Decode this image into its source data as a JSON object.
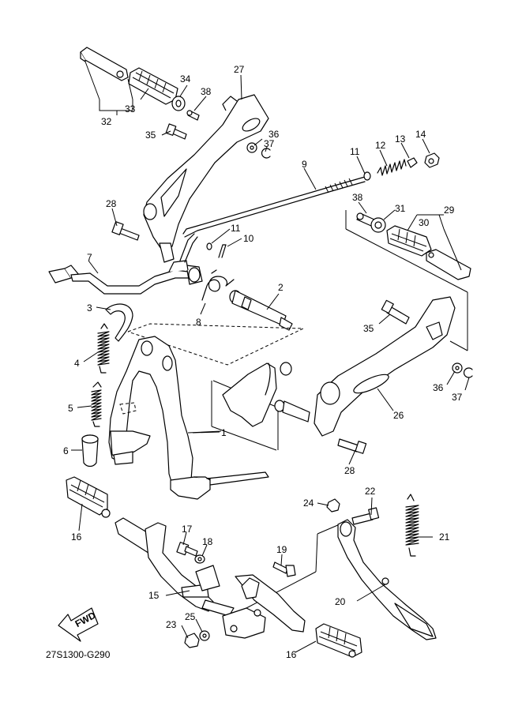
{
  "drawing_code": "27S1300-G290",
  "fwd_label": "FWD",
  "callouts": [
    "1",
    "2",
    "3",
    "4",
    "5",
    "6",
    "7",
    "8",
    "9",
    "10",
    "11",
    "11",
    "12",
    "13",
    "14",
    "15",
    "16",
    "16",
    "17",
    "18",
    "19",
    "20",
    "21",
    "22",
    "23",
    "24",
    "25",
    "26",
    "27",
    "28",
    "28",
    "29",
    "30",
    "31",
    "32",
    "33",
    "34",
    "35",
    "35",
    "36",
    "36",
    "37",
    "37",
    "38",
    "38"
  ]
}
